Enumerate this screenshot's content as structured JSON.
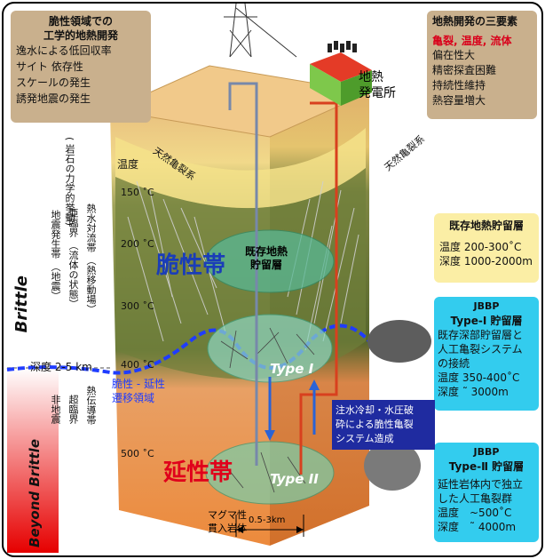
{
  "left_box": {
    "title_line1": "脆性領域での",
    "title_line2": "工学的地熱開発",
    "items": [
      "逸水による低回収率",
      "サイト 依存性",
      "スケールの発生",
      "誘発地震の発生"
    ]
  },
  "right_top_box": {
    "title": "地熱開発の三要素",
    "elements": "亀裂, 温度, 流体",
    "items": [
      "偏在性大",
      "精密探査困難",
      "持続性維持",
      "熱容量増大"
    ]
  },
  "existing_reservoir_box": {
    "title": "既存地熱貯留層",
    "temp": "温度 200-300˚C",
    "depth": "深度 1000-2000m"
  },
  "type1_box": {
    "title1": "JBBP",
    "title2": "Type-Ⅰ 貯留層",
    "desc": [
      "既存深部貯留層と",
      "人工亀裂システム",
      "の接続"
    ],
    "temp": "温度 350-400˚C",
    "depth": "深度 ˜ 3000m"
  },
  "type2_box": {
    "title1": "JBBP",
    "title2": "Type-Ⅱ 貯留層",
    "desc": [
      "延性岩体内で独立",
      "した人工亀裂群"
    ],
    "temp": "温度　~500˚C",
    "depth": "深度　˜ 4000m"
  },
  "power_plant": [
    "地熱",
    "発電所"
  ],
  "natural_fracture_left": "天然亀裂系",
  "natural_fracture_right": "天然亀裂系",
  "temperature_label": "温度",
  "temperatures": [
    "150 ˚C",
    "200 ˚C",
    "300 ˚C",
    "400 ˚C",
    "500 ˚C"
  ],
  "depth_label": "深度 2-5 km",
  "brittle_label": "Brittle",
  "brittle_sub": [
    "( 岩石の力学的挙動)",
    "地震発生帯 （地震）",
    "亜臨界 （流体の状態）",
    "熱水対流帯 （熱移動場）"
  ],
  "beyond_label": "Beyond Brittle",
  "beyond_sub": [
    "非地震",
    "超臨界",
    "熱伝導帯"
  ],
  "brittle_zone": "脆性帯",
  "ductile_zone": "延性帯",
  "transition": [
    "脆性 - 延性",
    "遷移領域"
  ],
  "existing_reservoir_label": [
    "既存地熱",
    "貯留層"
  ],
  "type1_label": "Type I",
  "type2_label": "Type II",
  "injection_note": [
    "注水冷却・水圧破",
    "砕による脆性亀裂",
    "システム造成"
  ],
  "magma": [
    "マグマ性",
    "貫入岩体"
  ],
  "width_label": "0.5-3km",
  "colors": {
    "box_tan": "#c9b08d",
    "box_yellow": "#fbeea5",
    "box_cyan": "#33ccee",
    "brittle_blue": "#1a3db8",
    "ductile_red": "#e0001b",
    "injection_box": "#1f2ba0"
  }
}
